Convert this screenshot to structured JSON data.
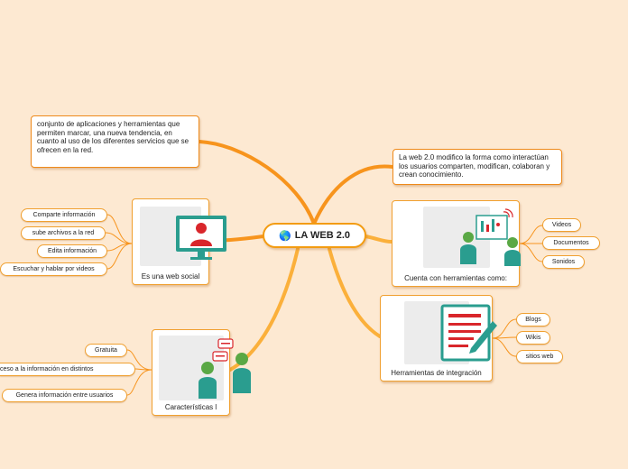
{
  "center": {
    "title": "LA WEB 2.0",
    "icon": "globe-icon"
  },
  "definition": {
    "text": "conjunto de aplicaciones y herramientas que permiten marcar, una nueva tendencia, en cuanto al uso de los diferentes servicios que se ofrecen en la red."
  },
  "modification": {
    "text": "La web 2.0 modifico la forma como interactúan los usuarios comparten, modifican, colaboran y crean conocimiento."
  },
  "social": {
    "label": "Es una web social",
    "icon": "computer-user-icon",
    "items": [
      "Comparte información",
      "sube archivos a la red",
      "Edita información",
      "Escuchar y hablar por videos"
    ]
  },
  "tools": {
    "label": "Cuenta con herramientas como:",
    "icon": "people-presentation-icon",
    "items": [
      "Videos",
      "Documentos",
      "Sonidos"
    ]
  },
  "integration": {
    "label": "Herramientas de integración",
    "icon": "document-pencil-icon",
    "items": [
      "Blogs",
      "Wikis",
      "sitios web"
    ]
  },
  "features": {
    "label": "Características l",
    "icon": "conversation-icon",
    "items": [
      "Gratuita",
      "ceso a la información en distintos",
      "Genera información entre usuarios"
    ]
  },
  "colors": {
    "branch": "#f7941d",
    "branch_light": "#fbb03b",
    "accent_red": "#d9262b",
    "accent_teal": "#2a9d8f",
    "icon_green": "#5aa845"
  }
}
